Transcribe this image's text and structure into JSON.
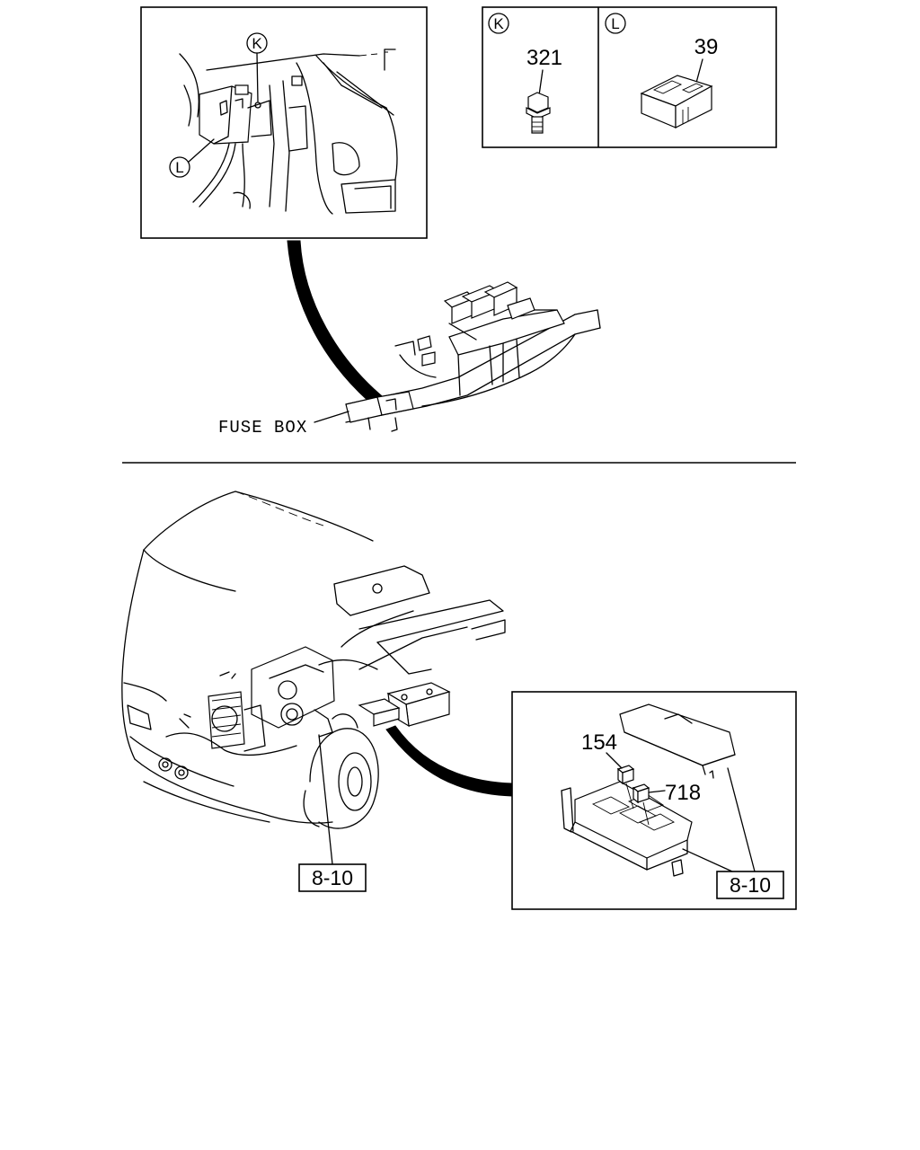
{
  "callouts": {
    "k_letter": "K",
    "l_letter": "L",
    "part_321": "321",
    "part_39": "39",
    "part_154": "154",
    "part_718": "718",
    "ref_left": "8-10",
    "ref_right": "8-10"
  },
  "labels": {
    "fuse_box": "FUSE BOX"
  }
}
